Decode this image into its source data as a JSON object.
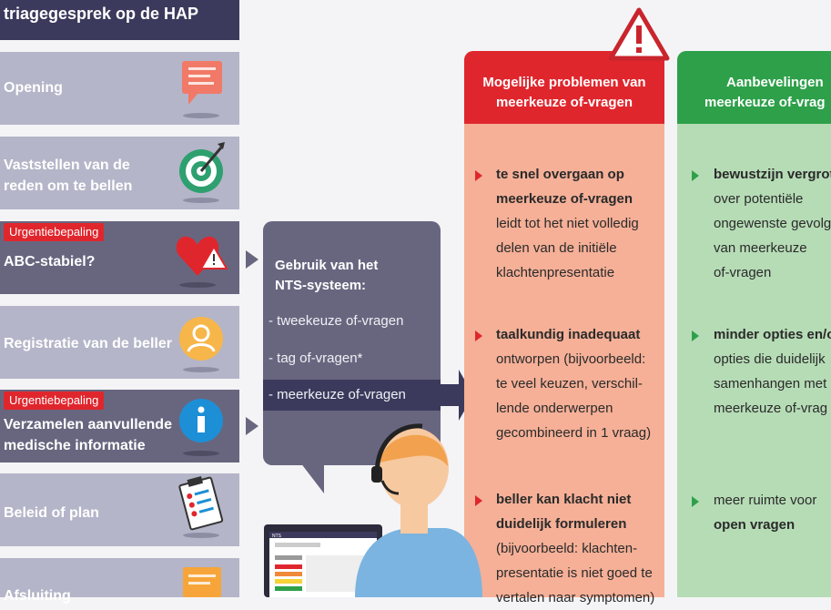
{
  "title": "triagegesprek op de HAP",
  "steps": [
    {
      "label": "Opening"
    },
    {
      "label1": "Vaststellen van de",
      "label2": "reden om te bellen"
    },
    {
      "badge": "Urgentiebepaling",
      "label": "ABC-stabiel?"
    },
    {
      "label": "Registratie van de beller"
    },
    {
      "badge": "Urgentiebepaling",
      "label1": "Verzamelen aanvullende",
      "label2": "medische informatie"
    },
    {
      "label": "Beleid of plan"
    },
    {
      "label": "Afsluiting"
    }
  ],
  "bubble": {
    "head1": "Gebruik van het",
    "head2": "NTS-systeem:",
    "options": [
      "-  tweekeuze of-vragen",
      "-  tag of-vragen*",
      "-  meerkeuze of-vragen"
    ]
  },
  "problems": {
    "header1": "Mogelijke problemen van",
    "header2": "meerkeuze of-vragen",
    "items": [
      {
        "lines": [
          "te snel overgaan op",
          "meerkeuze of-vragen",
          "leidt tot het niet volledig",
          "delen van de initiële",
          "klachtenpresentatie"
        ]
      },
      {
        "lines": [
          "taalkundig inadequaat",
          "ontworpen (bijvoorbeeld:",
          "te veel keuzen, verschil-",
          "lende onderwerpen",
          "gecombineerd in 1 vraag)"
        ]
      },
      {
        "lines": [
          "beller kan klacht niet",
          "duidelijk formuleren",
          "(bijvoorbeeld: klachten-",
          "presentatie is niet goed te",
          "vertalen naar symptomen)"
        ]
      }
    ]
  },
  "recommendations": {
    "header1": "Aanbevelingen",
    "header2": "meerkeuze of-vrag",
    "items": [
      {
        "lines": [
          "bewustzijn vergrot",
          "over potentiële",
          "ongewenste gevolg",
          "van meerkeuze",
          "of-vragen"
        ]
      },
      {
        "lines": [
          "minder opties en/o",
          "opties die duidelijk",
          "samenhangen met",
          "meerkeuze of-vrag"
        ]
      },
      {
        "lines": [
          "meer ruimte voor",
          "open vragen"
        ]
      }
    ]
  },
  "screen_label": "NTS",
  "colors": {
    "red": "#e0262d",
    "green": "#2ea04a",
    "navy": "#3b3a5c",
    "slate": "#68667f"
  }
}
